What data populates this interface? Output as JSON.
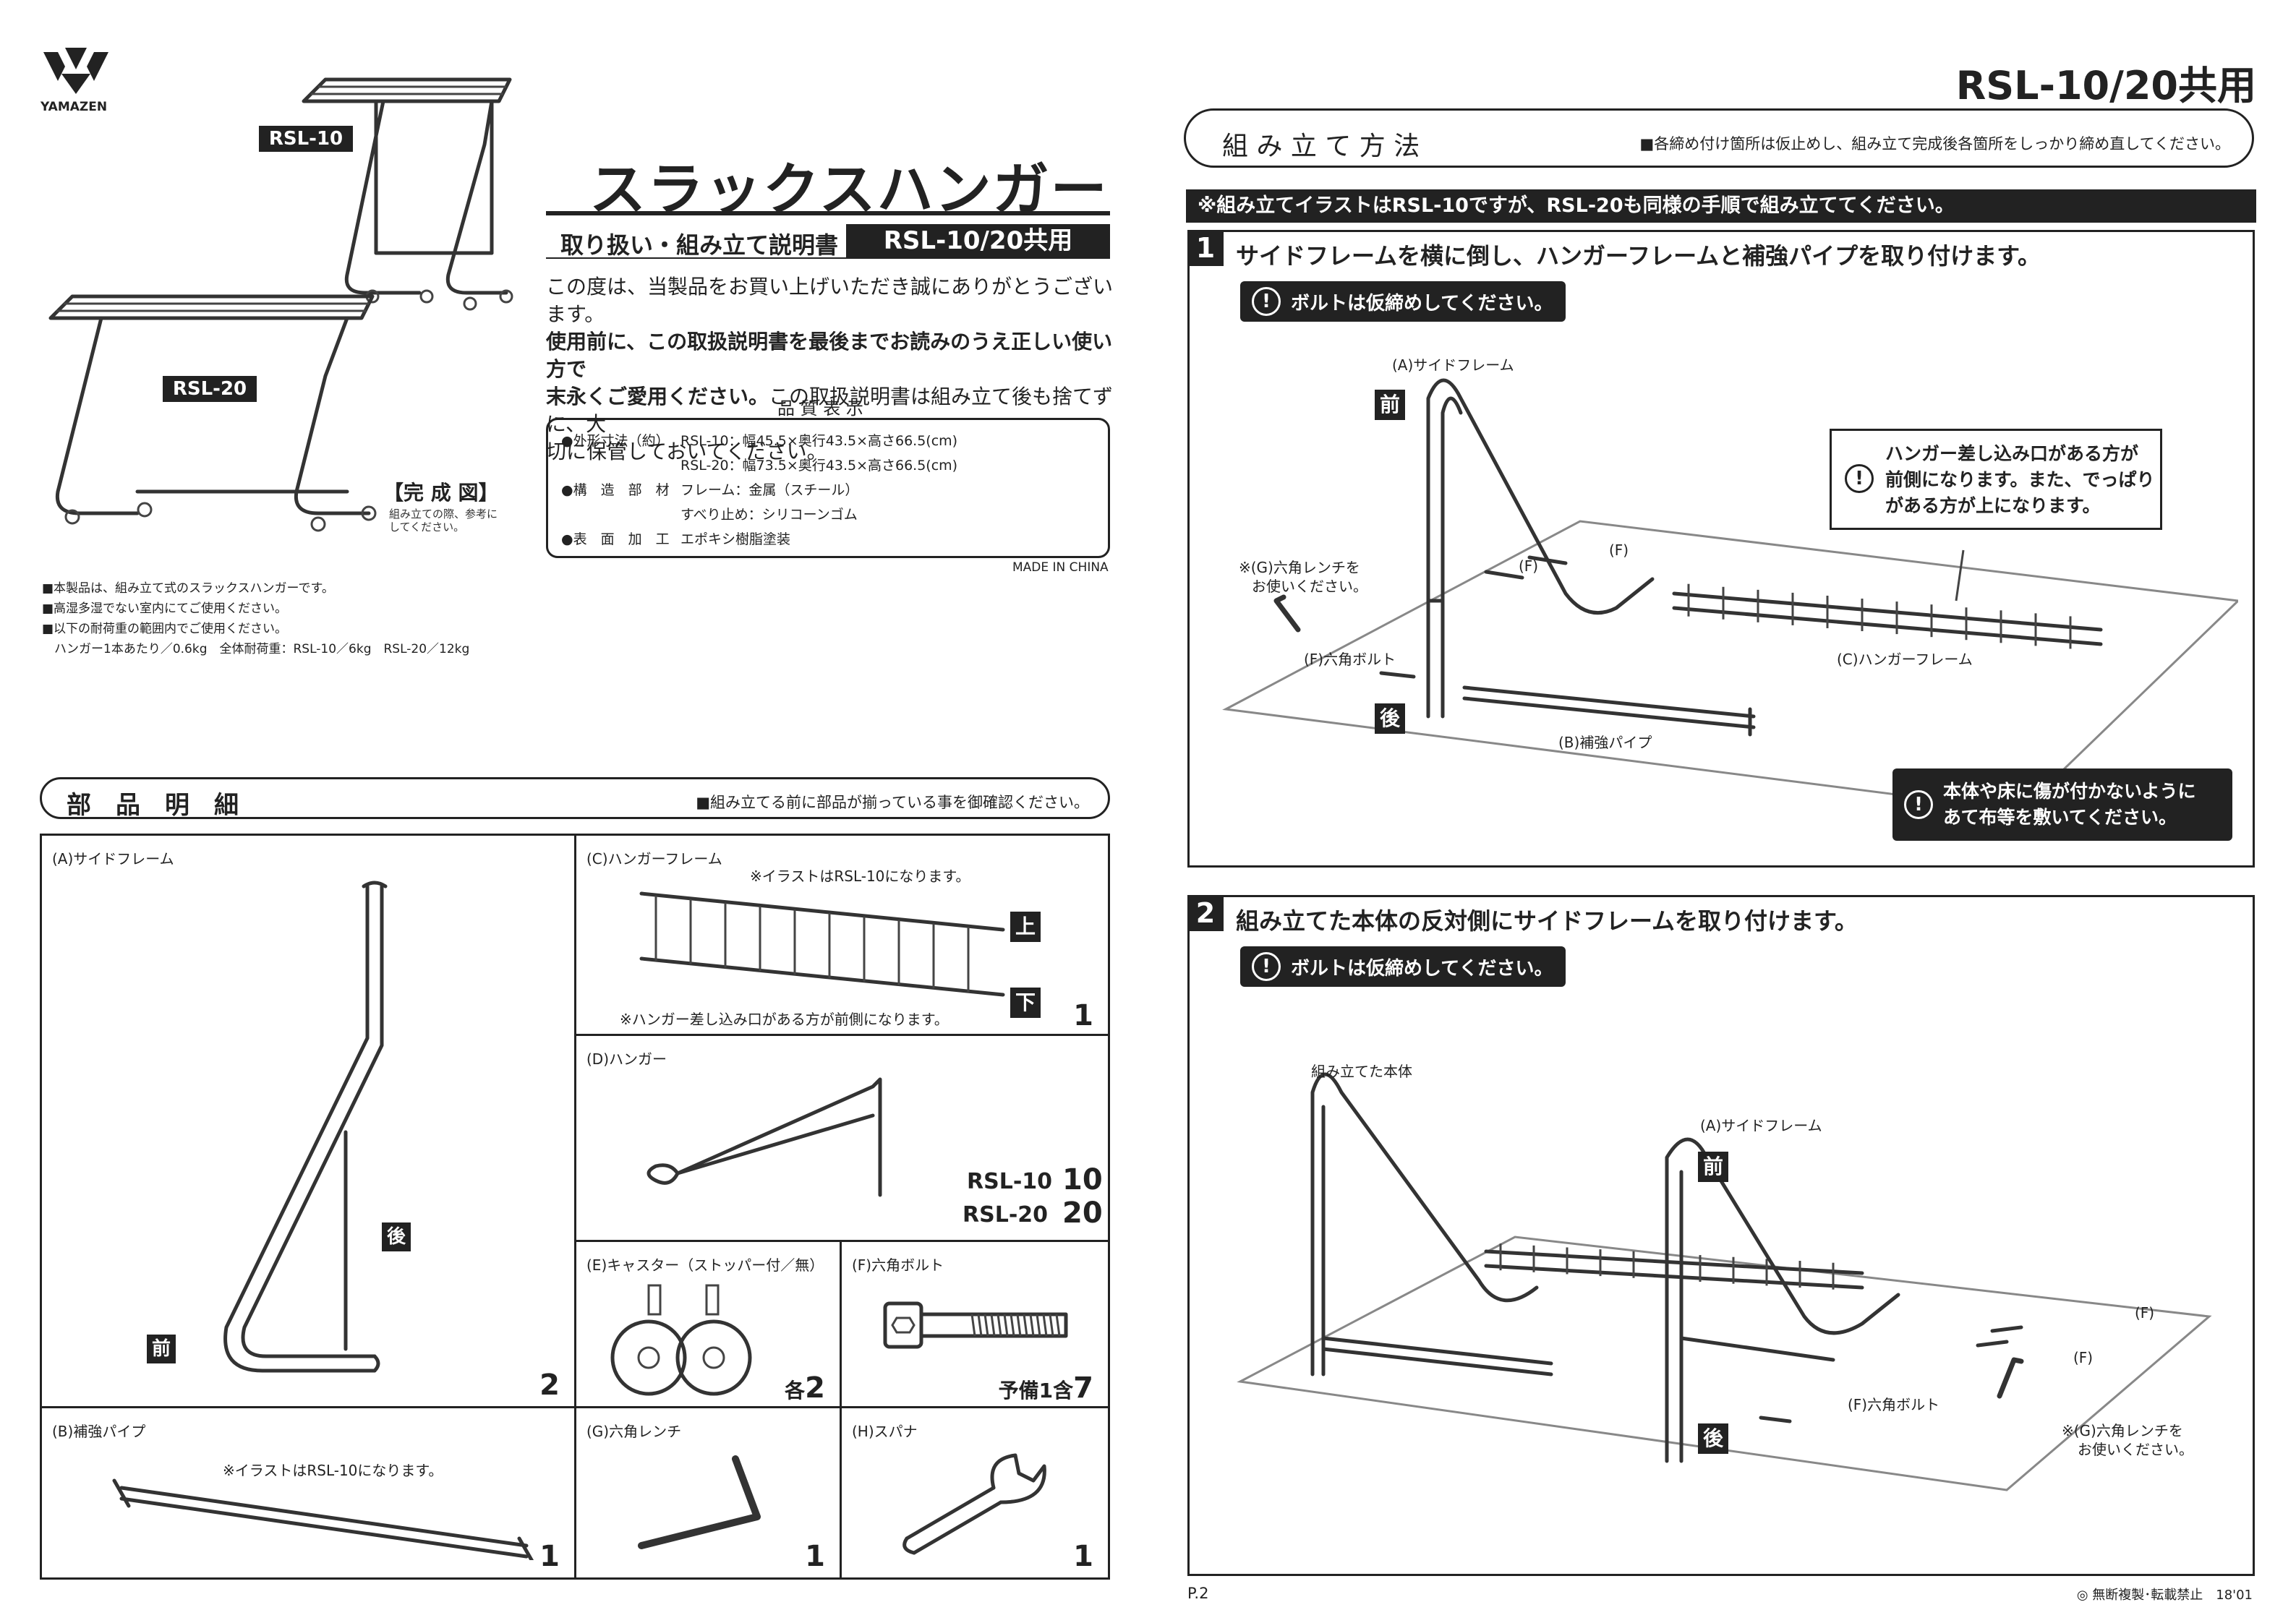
{
  "brand": {
    "name": "YAMAZEN"
  },
  "header": {
    "model_title": "RSL-10/20共用"
  },
  "product": {
    "title": "スラックスハンガー",
    "subtitle": "取り扱い・組み立て説明書",
    "model_badge": "RSL-10/20共用",
    "label_rsl10": "RSL-10",
    "label_rsl20": "RSL-20",
    "complete_label": "【完 成 図】",
    "complete_note_1": "組み立ての際、参考に",
    "complete_note_2": "してください。"
  },
  "intro": {
    "line1": "この度は、当製品をお買い上げいただき誠にありがとうございます。",
    "line2": "使用前に、この取扱説明書を最後までお読みのうえ正しい使い方で",
    "line3a": "末永くご愛用ください。",
    "line3b": "この取扱説明書は組み立て後も捨てずに、大",
    "line4": "切に保管しておいてください。"
  },
  "quality": {
    "heading": "品 質 表 示",
    "rows": [
      {
        "label": "●外形寸法（約）",
        "value": "RSL-10：幅45.5×奥行43.5×高さ66.5(cm)"
      },
      {
        "label": "",
        "value": "RSL-20：幅73.5×奥行43.5×高さ66.5(cm)"
      },
      {
        "label": "●構　造　部　材",
        "value": "フレーム：金属（スチール）"
      },
      {
        "label": "",
        "value": "すべり止め：シリコーンゴム"
      },
      {
        "label": "●表　面　加　工",
        "value": "エポキシ樹脂塗装"
      }
    ],
    "origin": "MADE IN CHINA"
  },
  "notes": [
    "■本製品は、組み立て式のスラックスハンガーです。",
    "■高湿多湿でない室内にてご使用ください。",
    "■以下の耐荷重の範囲内でご使用ください。",
    "　ハンガー1本あたり／0.6kg　全体耐荷重：RSL-10／6kg　RSL-20／12kg"
  ],
  "parts": {
    "heading": "部　品　明　細",
    "note": "■組み立てる前に部品が揃っている事を御確認ください。",
    "side_frame": {
      "label": "(A)サイドフレーム",
      "front": "前",
      "back": "後",
      "qty": "2"
    },
    "pipe": {
      "label": "(B)補強パイプ",
      "note": "※イラストはRSL-10になります。",
      "qty": "1"
    },
    "hanger_frame": {
      "label": "(C)ハンガーフレーム",
      "note": "※イラストはRSL-10になります。",
      "top": "上",
      "bottom": "下",
      "bottom_note": "※ハンガー差し込み口がある方が前側になります。",
      "qty": "1"
    },
    "hanger": {
      "label": "(D)ハンガー",
      "rsl10": "RSL-10",
      "qty10": "10",
      "rsl20": "RSL-20",
      "qty20": "20"
    },
    "caster": {
      "label": "(E)キャスター（ストッパー付／無）",
      "qty_prefix": "各",
      "qty": "2"
    },
    "bolt": {
      "label": "(F)六角ボルト",
      "qty_prefix": "予備1含",
      "qty": "7"
    },
    "wrench": {
      "label": "(G)六角レンチ",
      "qty": "1"
    },
    "spanner": {
      "label": "(H)スパナ",
      "qty": "1"
    }
  },
  "assembly": {
    "heading": "組 み 立 て 方 法",
    "note": "■各締め付け箇所は仮止めし、組み立て完成後各箇所をしっかり締め直してください。",
    "banner": "※組み立てイラストはRSL-10ですが、RSL-20も同様の手順で組み立ててください。",
    "step1": {
      "number": "1",
      "title": "サイドフレームを横に倒し、ハンガーフレームと補強パイプを取り付けます。",
      "warning": "ボルトは仮締めしてください。",
      "side_frame": "(A)サイドフレーム",
      "front": "前",
      "back": "後",
      "f1": "(F)",
      "f2": "(F)",
      "wrench_1": "※(G)六角レンチを",
      "wrench_2": "お使いください。",
      "bolt": "(F)六角ボルト",
      "hanger_frame": "(C)ハンガーフレーム",
      "pipe": "(B)補強パイプ",
      "callout_1": "ハンガー差し込み口がある方が",
      "callout_2": "前側になります。また、でっぱり",
      "callout_3": "がある方が上になります。",
      "floor_1": "本体や床に傷が付かないように",
      "floor_2": "あて布等を敷いてください。"
    },
    "step2": {
      "number": "2",
      "title": "組み立てた本体の反対側にサイドフレームを取り付けます。",
      "warning": "ボルトは仮締めしてください。",
      "assembled": "組み立てた本体",
      "side_frame": "(A)サイドフレーム",
      "front": "前",
      "back": "後",
      "f1": "(F)",
      "f2": "(F)",
      "bolt": "(F)六角ボルト",
      "wrench_1": "※(G)六角レンチを",
      "wrench_2": "お使いください。"
    }
  },
  "footer": {
    "page": "P.2",
    "copyright": "◎ 無断複製･転載禁止　18'01"
  }
}
